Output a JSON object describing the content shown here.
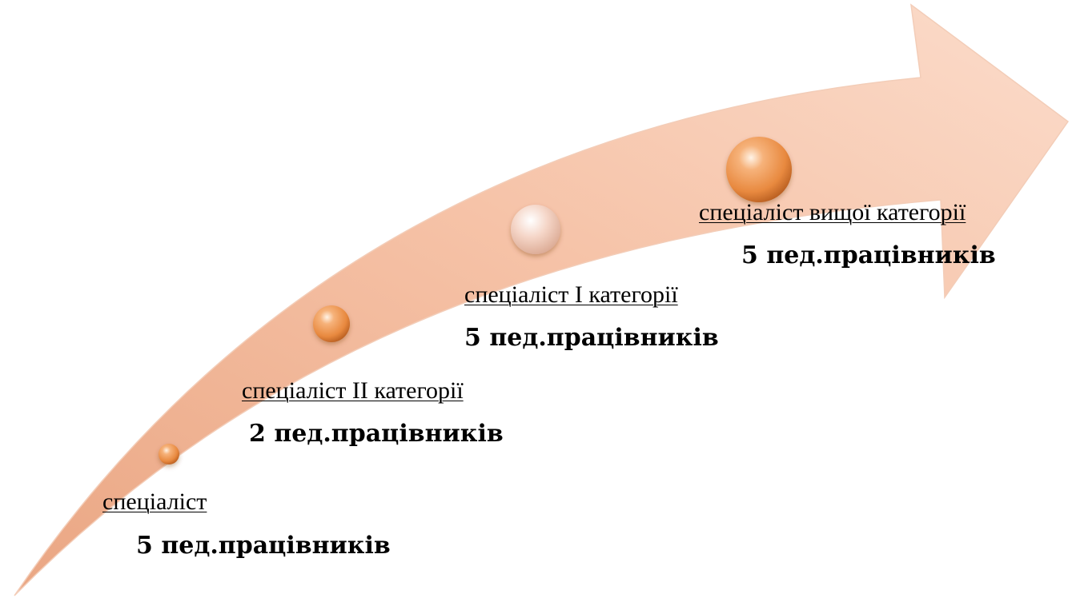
{
  "colors": {
    "arrow_light": "#fbdccb",
    "arrow_mid": "#f6c3a8",
    "arrow_dark": "#eaa683",
    "orb_orange": "#e8893f",
    "orb_pale": "#f5d6c8"
  },
  "stages": [
    {
      "label": "спеціаліст",
      "count": "5 пед.працівників",
      "orb": "orb_orange"
    },
    {
      "label": "спеціаліст ІІ категорії",
      "count": "2 пед.працівників",
      "orb": "orb_orange"
    },
    {
      "label": "спеціаліст І категорії",
      "count": "5 пед.працівників",
      "orb": "orb_pale"
    },
    {
      "label": "спеціаліст вищої категорії",
      "count": "5 пед.працівників",
      "orb": "orb_orange"
    }
  ]
}
